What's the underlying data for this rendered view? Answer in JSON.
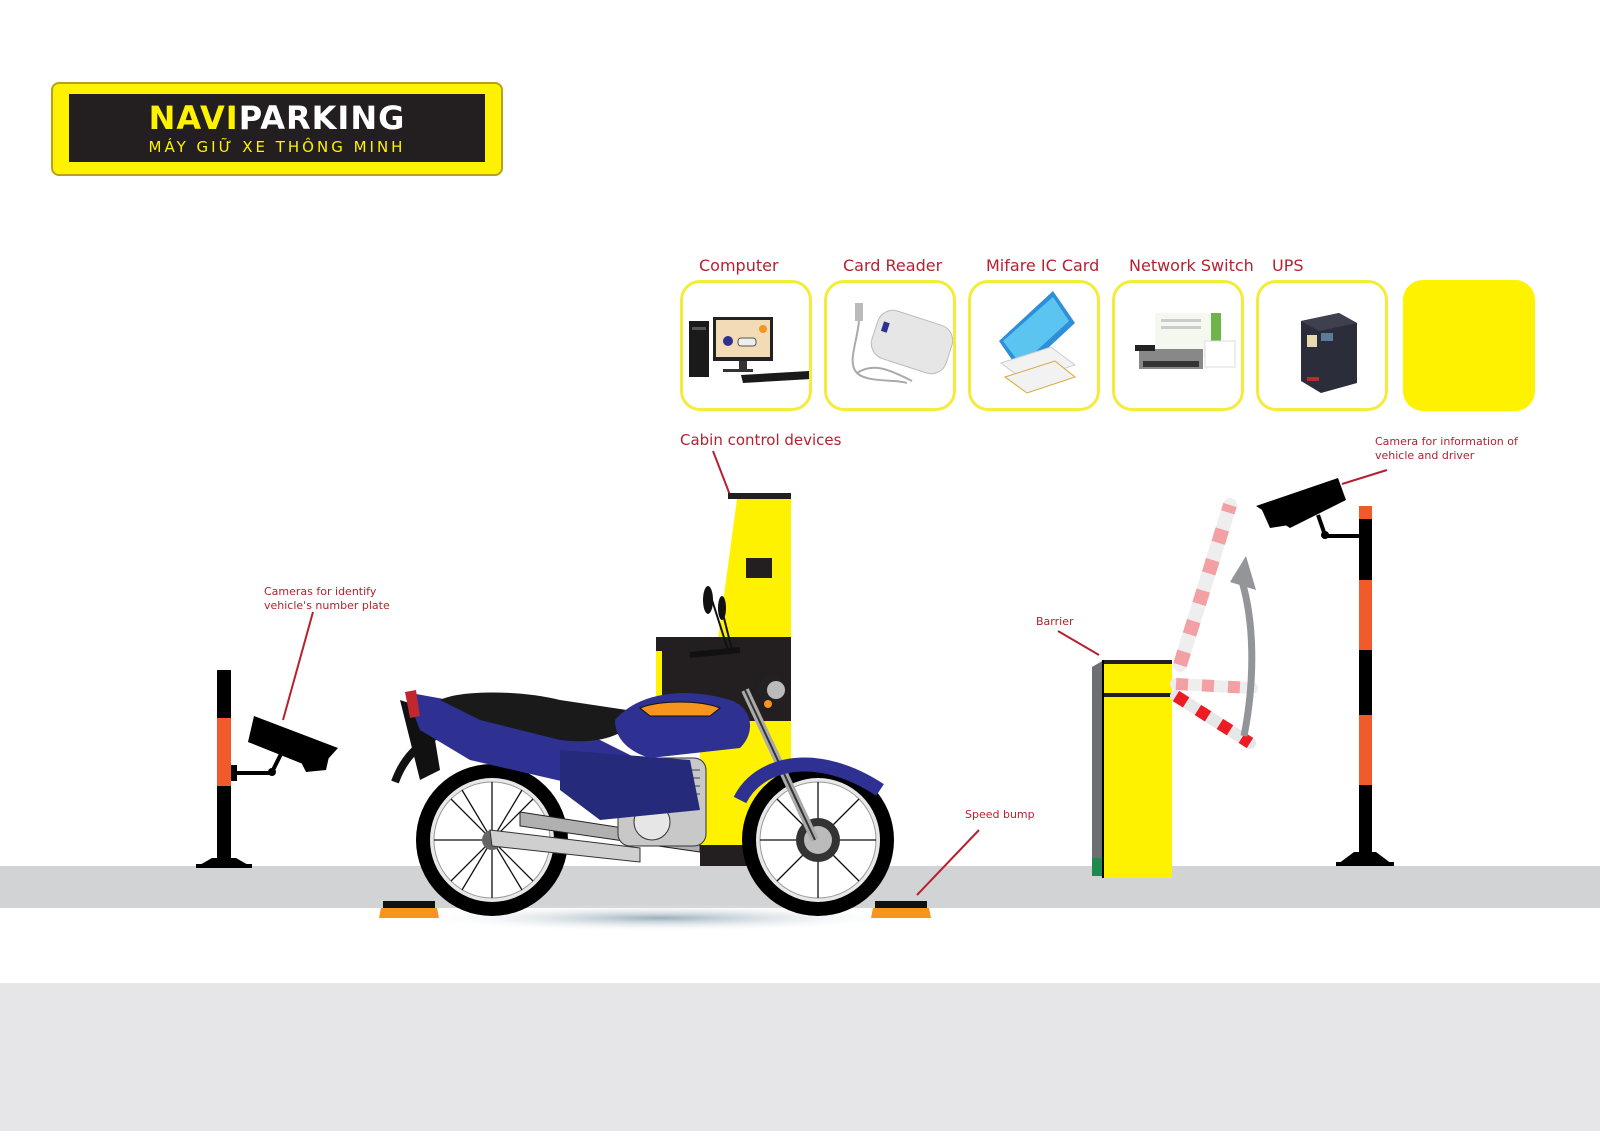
{
  "logo": {
    "brand_part1": "NAVI",
    "brand_part2": "PARKING",
    "tagline": "MÁY GIỮ XE THÔNG MINH",
    "colors": {
      "yellow": "#fff200",
      "dark": "#231f20",
      "white": "#ffffff"
    }
  },
  "devices": [
    {
      "label": "Computer",
      "icon": "computer-icon"
    },
    {
      "label": "Card Reader",
      "icon": "card-reader-icon"
    },
    {
      "label": "Mifare IC Card",
      "icon": "ic-card-icon"
    },
    {
      "label": "Network Switch",
      "icon": "network-switch-icon"
    },
    {
      "label": "UPS",
      "icon": "ups-icon"
    },
    {
      "label": "",
      "icon": "empty-yellow-box"
    }
  ],
  "callouts": {
    "cabin": "Cabin control devices",
    "plate_camera_line1": "Cameras for identify",
    "plate_camera_line2": "vehicle's number plate",
    "driver_camera_line1": "Camera for information of",
    "driver_camera_line2": "vehicle and driver",
    "barrier": "Barrier",
    "speed_bump": "Speed bump"
  },
  "colors": {
    "callout_text": "#b5212f",
    "accent_yellow": "#fff200",
    "pole_orange": "#f15a29",
    "bump_orange": "#f7941d",
    "road_gray": "#d1d3d4",
    "motorbike_blue": "#2e3192"
  }
}
